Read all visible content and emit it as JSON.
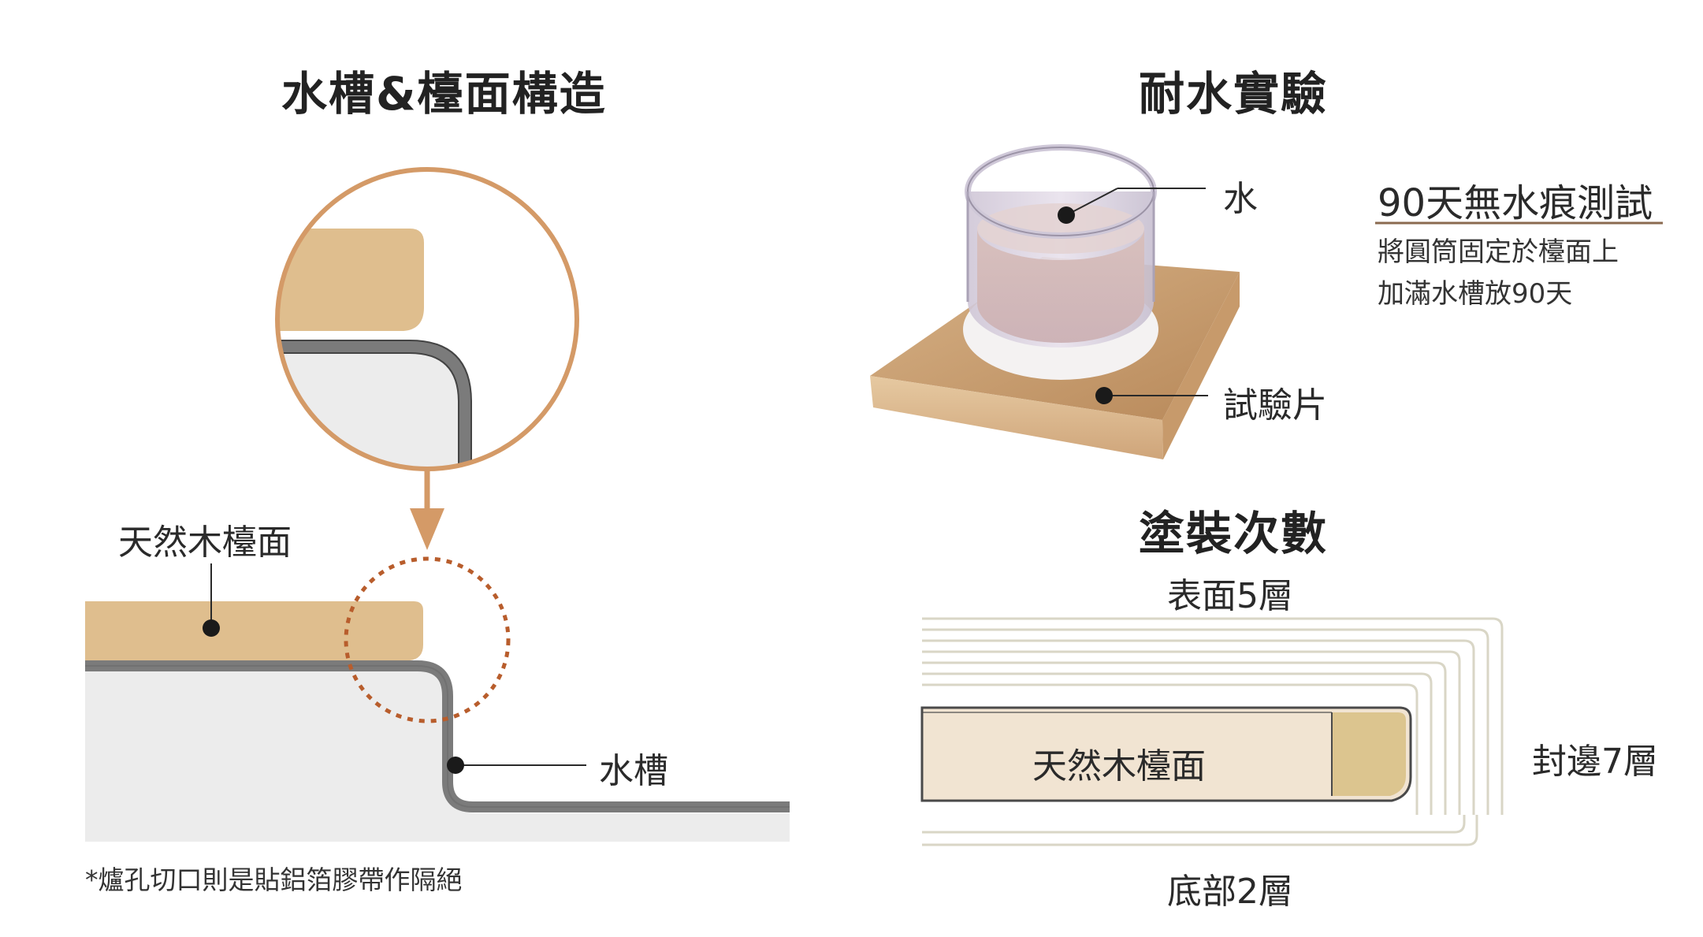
{
  "left": {
    "title": "水槽&檯面構造",
    "countertop_label": "天然木檯面",
    "sink_label": "水槽",
    "footnote": "*爐孔切口則是貼鋁箔膠帶作隔絕"
  },
  "right_top": {
    "title": "耐水實驗",
    "water_label": "水",
    "specimen_label": "試驗片",
    "test_title": "90天無水痕測試",
    "test_line1": "將圓筒固定於檯面上",
    "test_line2": "加滿水槽放90天"
  },
  "right_bottom": {
    "title": "塗裝次數",
    "top_layers": "表面5層",
    "bottom_layers": "底部2層",
    "edge_layers": "封邊7層",
    "core_label": "天然木檯面"
  },
  "colors": {
    "wood": "#dfbe8e",
    "wood_light": "#f1e4d2",
    "accent": "#d49a67",
    "dotted": "#b85d2c",
    "steel": "#7b7b7b",
    "sink_fill": "#ececec",
    "coat_line": "#d9d6c6"
  }
}
